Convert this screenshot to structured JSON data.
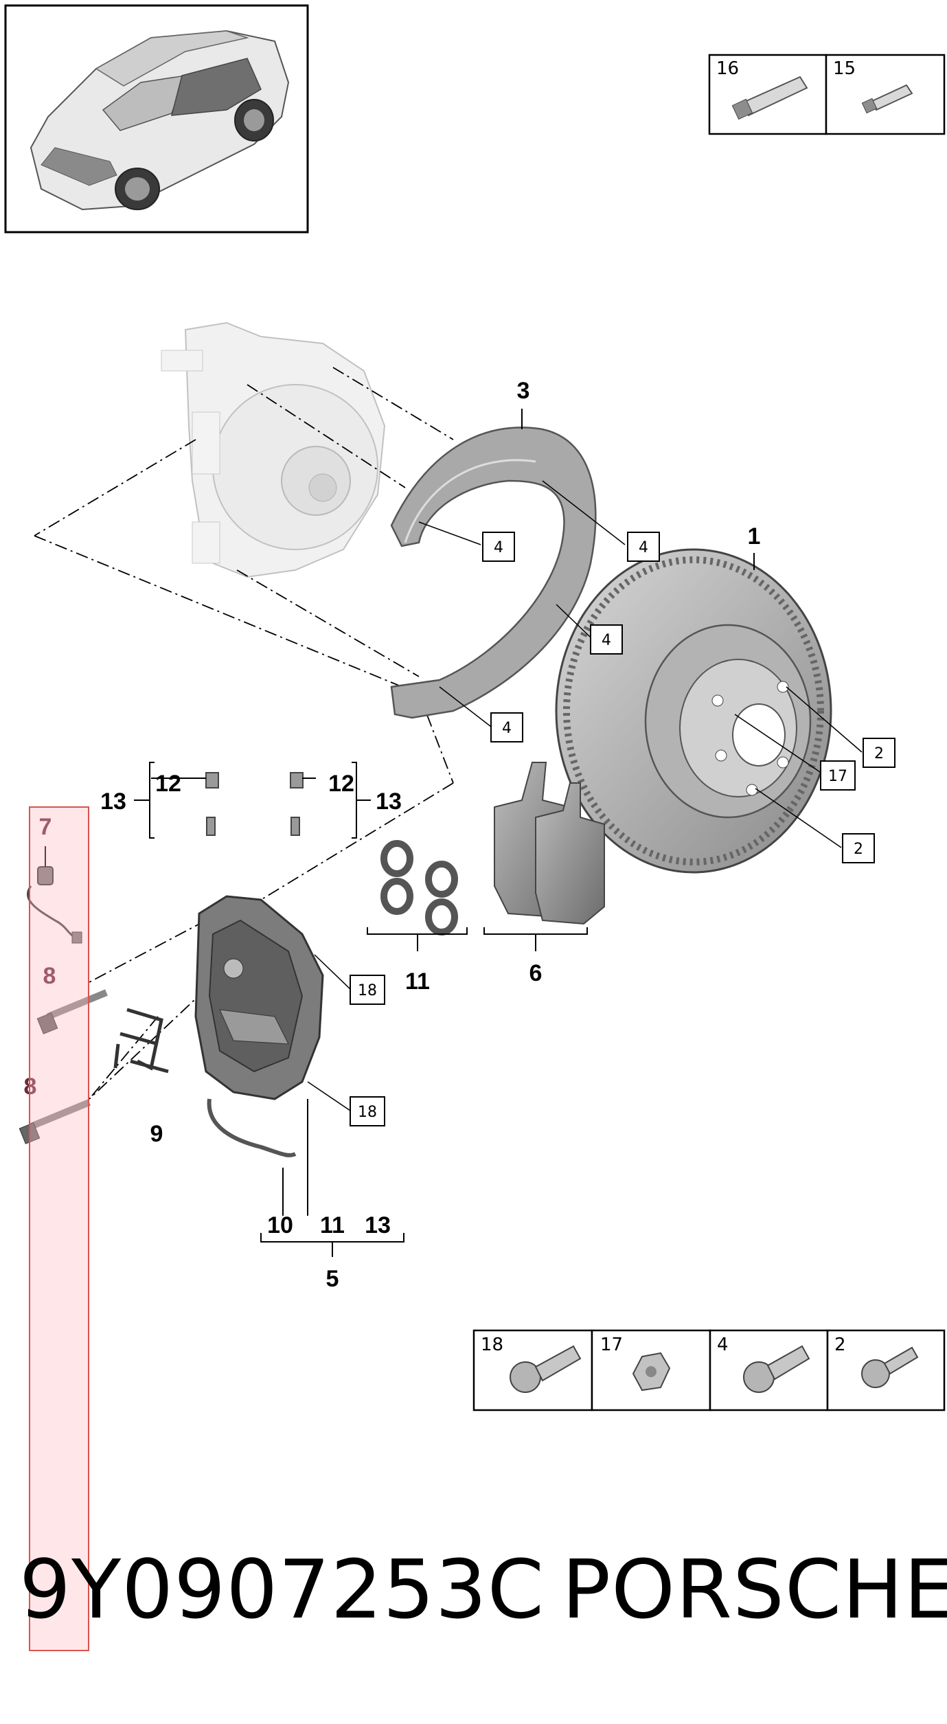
{
  "diagram": {
    "callouts": {
      "c1": "1",
      "c3": "3",
      "c5": "5",
      "c6": "6",
      "c7": "7",
      "c8a": "8",
      "c8b": "8",
      "c9": "9",
      "c10": "10",
      "c11a": "11",
      "c11b": "11",
      "c12a": "12",
      "c12b": "12",
      "c13a": "13",
      "c13b": "13",
      "c13c": "13"
    },
    "boxed_refs": {
      "b4a": "4",
      "b4b": "4",
      "b4c": "4",
      "b4d": "4",
      "b2a": "2",
      "b2b": "2",
      "b17": "17",
      "b18a": "18",
      "b18b": "18"
    },
    "lubricants_table": [
      {
        "number": "16",
        "icon": "large-tube-icon"
      },
      {
        "number": "15",
        "icon": "small-tube-icon"
      }
    ],
    "fasteners_table": [
      {
        "number": "18",
        "icon": "splined-bolt-icon"
      },
      {
        "number": "17",
        "icon": "plug-icon"
      },
      {
        "number": "4",
        "icon": "torx-bolt-icon"
      },
      {
        "number": "2",
        "icon": "torx-screw-icon"
      }
    ]
  },
  "footer": {
    "part_number": "9Y0907253C",
    "brand": "PORSCHE"
  },
  "colors": {
    "highlight_fill": "#ffd1da",
    "highlight_border": "#d9534f",
    "part_grey": "#9e9e9e",
    "line": "#000000"
  }
}
